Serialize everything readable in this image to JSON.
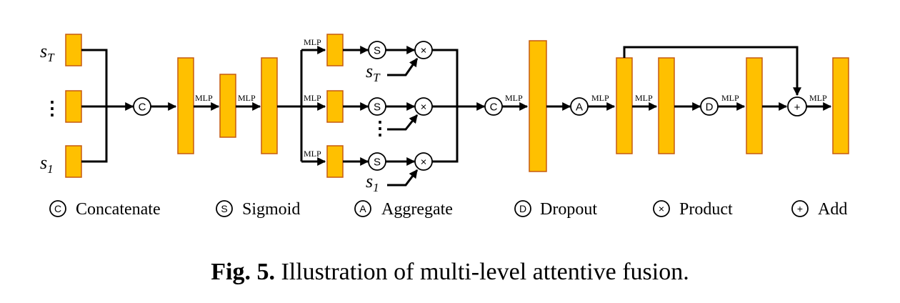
{
  "inputs": {
    "top": "s",
    "top_sub": "T",
    "ellipsis": "⋮",
    "bottom": "s",
    "bottom_sub": "1"
  },
  "branch_inputs": {
    "top": "s",
    "top_sub": "T",
    "ellipsis": "⋮",
    "bottom": "s",
    "bottom_sub": "1"
  },
  "mlp_label": "MLP",
  "symbols": {
    "concat": "C",
    "sigmoid": "S",
    "aggregate": "A",
    "dropout": "D",
    "product": "×",
    "add": "+"
  },
  "legend": [
    {
      "symbol": "C",
      "label": "Concatenate"
    },
    {
      "symbol": "S",
      "label": "Sigmoid"
    },
    {
      "symbol": "A",
      "label": "Aggregate"
    },
    {
      "symbol": "D",
      "label": "Dropout"
    },
    {
      "symbol": "×",
      "label": "Product"
    },
    {
      "symbol": "+",
      "label": "Add"
    }
  ],
  "caption": {
    "label": "Fig. 5.",
    "text": "Illustration of multi-level attentive fusion."
  },
  "colors": {
    "block_fill": "#ffc000",
    "block_stroke": "#c55a11"
  }
}
